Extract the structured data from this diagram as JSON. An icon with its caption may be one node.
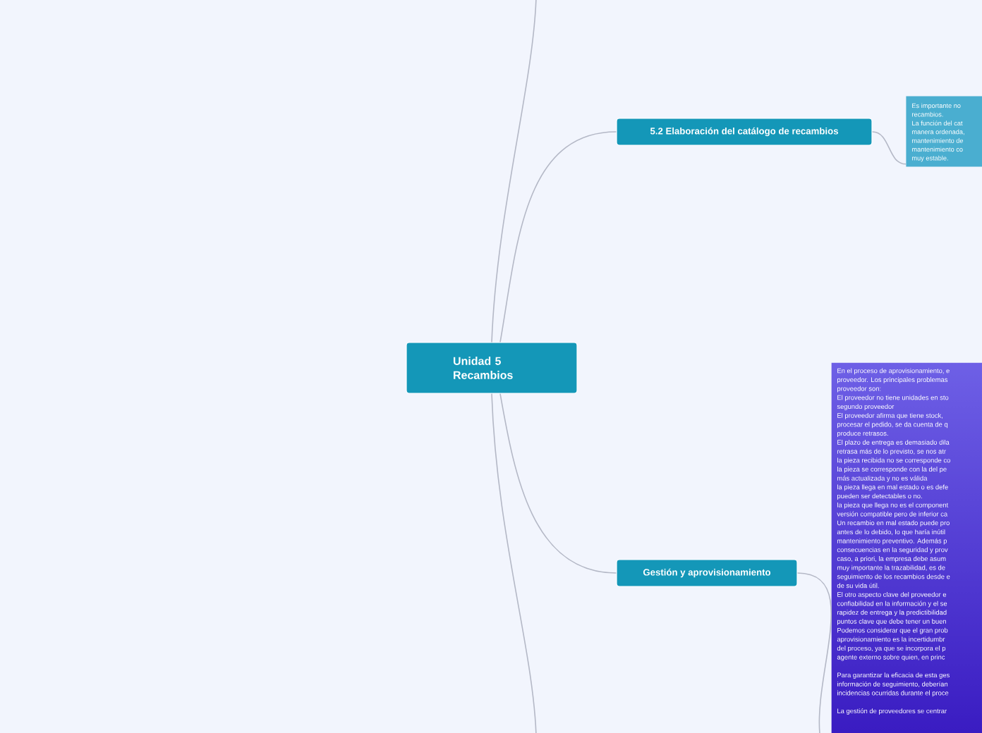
{
  "diagram": {
    "nodes": [
      {
        "text": [
          "Unidad 5 Recambios"
        ]
      },
      {
        "text": [
          "5.2 Elaboración del catálogo de recambios"
        ]
      },
      {
        "text": [
          "Es importante no",
          "recambios.",
          "La función del cat",
          "manera ordenada,",
          "mantenimiento de",
          "mantenimiento co",
          "muy estable."
        ]
      },
      {
        "text": [
          "Gestión y aprovisionamiento"
        ]
      },
      {
        "text": [
          "En el proceso de aprovisionamiento, e",
          "proveedor. Los principales problemas",
          "proveedor son:",
          "El proveedor no tiene unidades en sto",
          "segundo proveedor",
          "El proveedor afirma que tiene stock,",
          "procesar el pedido, se da cuenta de q",
          "produce retrasos.",
          "El plazo de entrega es demasiado dila",
          "retrasa más de lo previsto, se nos atr",
          "la pieza recibida no se corresponde co",
          "la pieza se corresponde con la del pe",
          "más actualizada y no es válida",
          "la pieza llega en mal estado o es defe",
          "pueden ser detectables o no.",
          "la pieza que llega no es el component",
          "versión compatible pero de inferior ca",
          "Un recambio en mal estado puede pro",
          "antes de lo debido, lo que haría inútil",
          "mantenimiento preventivo. Además p",
          "consecuencias en la seguridad y prov",
          "caso, a priori, la empresa debe asum",
          "muy importante la trazabilidad, es de",
          "seguimiento de los recambios desde e",
          "de su vida útil.",
          "El otro aspecto clave del proveedor e",
          "confiabilidad en la información y el se",
          "rapidez de entrega y la predictibilidad",
          "puntos clave que debe tener un buen",
          "Podemos considerar que el gran prob",
          "aprovisionamiento es la incertidumbr",
          "del proceso, ya que se incorpora el p",
          "agente externo sobre quien, en princ",
          "Para garantizar la eficacia de esta ges",
          "información de seguimiento, deberían",
          "incidencias ocurridas durante el proce",
          "La gestión de proveedores se centrar"
        ]
      }
    ],
    "edges": [
      {
        "from": 0,
        "to": null,
        "arrow": "none"
      },
      {
        "from": 0,
        "to": 1,
        "arrow": "none"
      },
      {
        "from": 1,
        "to": 2,
        "arrow": "none"
      },
      {
        "from": 0,
        "to": 3,
        "arrow": "none"
      },
      {
        "from": 3,
        "to": 4,
        "arrow": "none"
      },
      {
        "from": 0,
        "to": null,
        "arrow": "none"
      }
    ]
  }
}
